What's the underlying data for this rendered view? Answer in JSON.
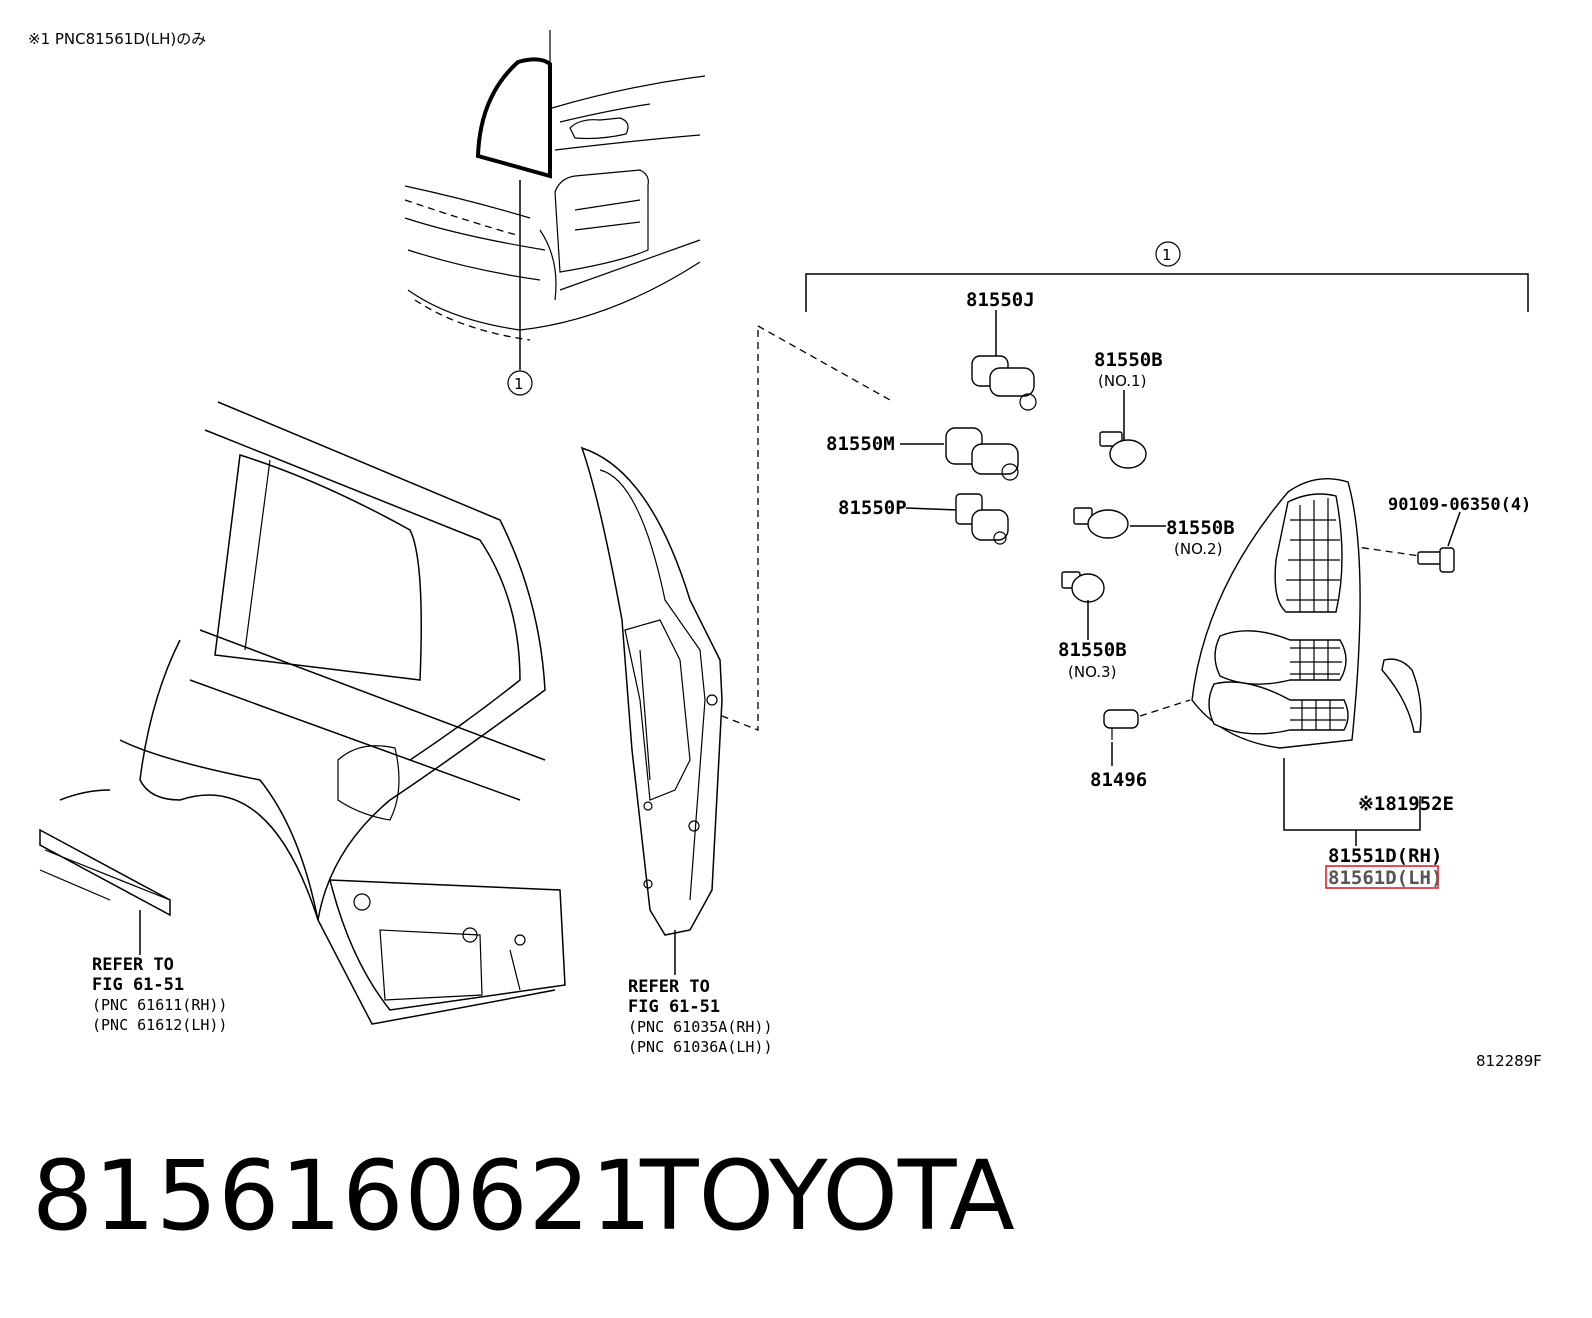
{
  "note": {
    "top_left": "※1 PNC81561D(LH)のみ"
  },
  "callouts": {
    "circle_label": "1"
  },
  "labels": {
    "p81550J": "81550J",
    "p81550B_1": "81550B",
    "no1": "(NO.1)",
    "p81550M": "81550M",
    "p81550P": "81550P",
    "p81550B_2": "81550B",
    "no2": "(NO.2)",
    "p81550B_3": "81550B",
    "no3": "(NO.3)",
    "p81496": "81496",
    "p90109": "90109-06350(4)",
    "p81952E": "※181952E",
    "p81551D": "81551D(RH)",
    "p81561D": "81561D(LH)"
  },
  "refer_left": {
    "line1": "REFER TO",
    "line2": "FIG 61-51",
    "line3": "(PNC 61611(RH))",
    "line4": "(PNC 61612(LH))"
  },
  "refer_mid": {
    "line1": "REFER TO",
    "line2": "FIG 61-51",
    "line3": "(PNC 61035A(RH))",
    "line4": "(PNC 61036A(LH))"
  },
  "figure_code": "812289F",
  "footer": {
    "part_number": "8156160621",
    "brand": "TOYOTA"
  },
  "colors": {
    "highlight": "#e0202a"
  }
}
